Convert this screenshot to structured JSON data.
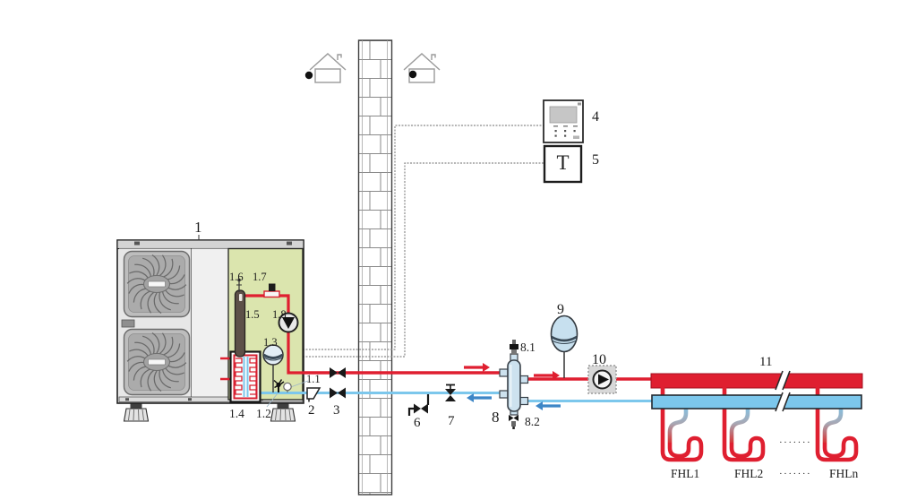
{
  "labels": {
    "heat_pump": "1",
    "pressure_gauge": "1.1",
    "safety_valve": "1.2",
    "expansion_vessel_internal": "1.3",
    "heat_exchanger": "1.4",
    "backup_heater": "1.5",
    "air_purge_valve": "1.6",
    "flow_switch": "1.7",
    "circulation_pump": "1.8",
    "strainer": "2",
    "shutoff_valve": "3",
    "controller": "4",
    "room_thermostat": "5",
    "drain_valve": "6",
    "fill_valve": "7",
    "hydraulic_separator": "8",
    "separator_air_vent": "8.1",
    "separator_drain": "8.2",
    "expansion_tank": "9",
    "secondary_pump": "10",
    "manifold": "11"
  },
  "thermostat": {
    "letter": "T"
  },
  "floor_loops": {
    "items": [
      "FHL1",
      "FHL2",
      "FHLn"
    ],
    "ellipsis_mid": "·······",
    "ellipsis_bottom": "·······"
  },
  "icons": {
    "fan_grille": "swirl-fan",
    "shutoff_valve": "bowtie-valve",
    "pump": "circle-with-triangle",
    "house_left": "house-with-dot-outside",
    "house_right": "house-with-dot-inside",
    "pipe_break": "double-slash"
  },
  "colors": {
    "supply_pipe_red": "#df1f30",
    "return_pipe_blue": "#7cc7ec",
    "arrow_blue": "#3d86c6",
    "hydro_panel_green": "#dbe5ae",
    "separator_fill": "#cde2ef",
    "expansion_tank_fill": "#c7e0ef",
    "wire_gray": "#8b8b8b"
  }
}
